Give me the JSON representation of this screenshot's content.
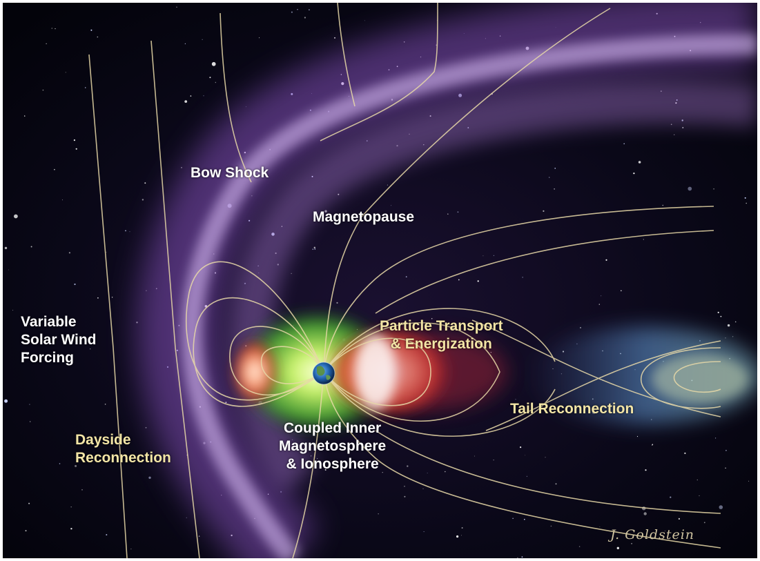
{
  "labels": {
    "bow_shock": "Bow Shock",
    "magnetopause": "Magnetopause",
    "solar_wind": [
      "Variable",
      "Solar Wind",
      "Forcing"
    ],
    "dayside_reconnection": [
      "Dayside",
      "Reconnection"
    ],
    "coupled_inner": [
      "Coupled Inner",
      "Magnetosphere",
      "& Ionosphere"
    ],
    "particle_transport": [
      "Particle Transport",
      "& Energization"
    ],
    "tail_reconnection": "Tail Reconnection"
  },
  "signature": "J. Goldstein",
  "colors": {
    "background": "#05040f",
    "field_lines": "#e8d9a8",
    "bow_shock_glow": "#b77ee6",
    "inner_magnetosphere": "#8fd34a",
    "ring_current": "#e0452a",
    "white_label": "#ffffff",
    "yellow_label": "#f3e5a6"
  }
}
